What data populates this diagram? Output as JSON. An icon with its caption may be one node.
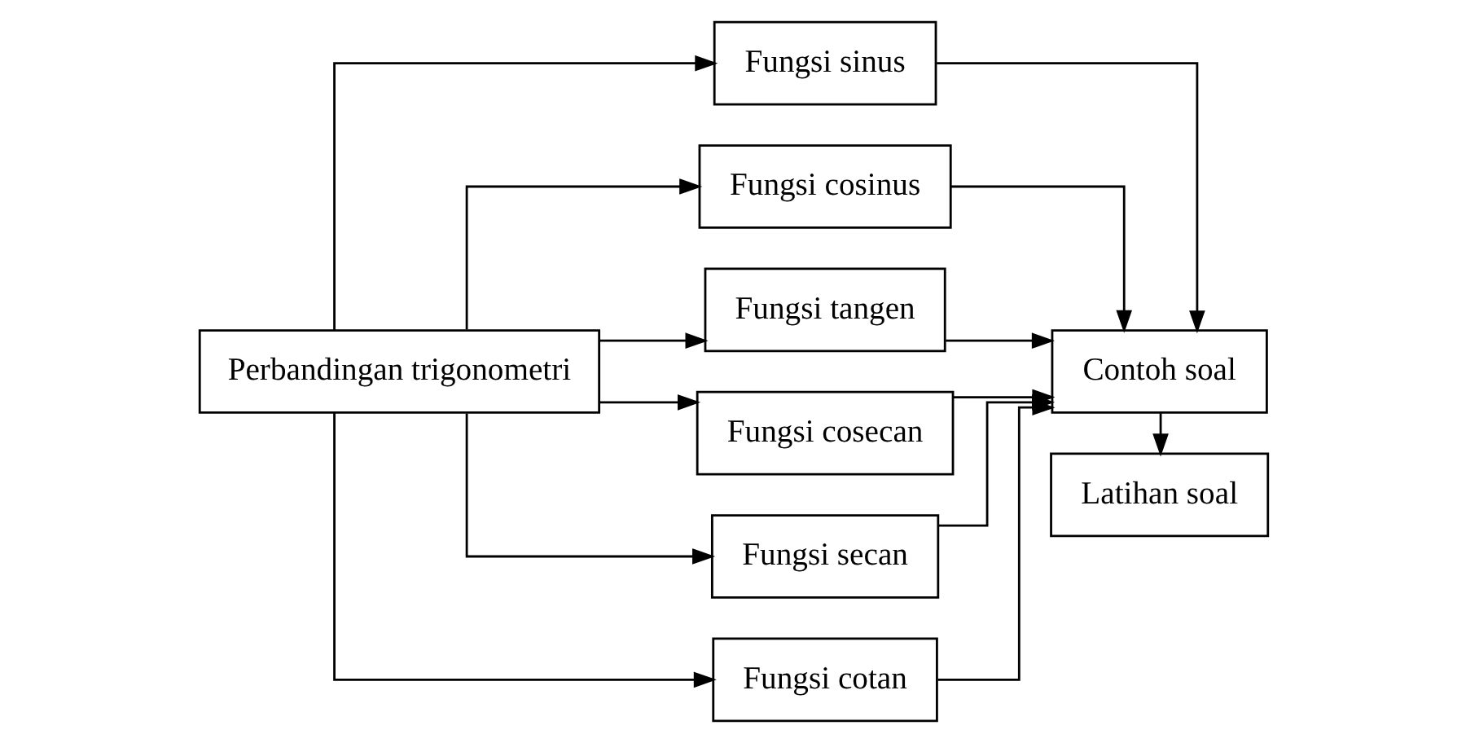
{
  "diagram": {
    "nodes": [
      {
        "text": [
          "Perbandingan trigonometri"
        ]
      },
      {
        "text": [
          "Fungsi sinus"
        ]
      },
      {
        "text": [
          "Fungsi cosinus"
        ]
      },
      {
        "text": [
          "Fungsi tangen"
        ]
      },
      {
        "text": [
          "Fungsi cosecan"
        ]
      },
      {
        "text": [
          "Fungsi secan"
        ]
      },
      {
        "text": [
          "Fungsi cotan"
        ]
      },
      {
        "text": [
          "Contoh soal"
        ]
      },
      {
        "text": [
          "Latihan soal"
        ]
      }
    ],
    "edges": [
      {
        "from": 0,
        "to": 1,
        "arrow": "to"
      },
      {
        "from": 0,
        "to": 2,
        "arrow": "to"
      },
      {
        "from": 0,
        "to": 3,
        "arrow": "to"
      },
      {
        "from": 0,
        "to": 4,
        "arrow": "to"
      },
      {
        "from": 0,
        "to": 5,
        "arrow": "to"
      },
      {
        "from": 0,
        "to": 6,
        "arrow": "to"
      },
      {
        "from": 1,
        "to": 7,
        "arrow": "to"
      },
      {
        "from": 2,
        "to": 7,
        "arrow": "to"
      },
      {
        "from": 3,
        "to": 7,
        "arrow": "to"
      },
      {
        "from": 4,
        "to": 7,
        "arrow": "to"
      },
      {
        "from": 5,
        "to": 7,
        "arrow": "to"
      },
      {
        "from": 6,
        "to": 7,
        "arrow": "to"
      },
      {
        "from": 7,
        "to": 8,
        "arrow": "to"
      }
    ]
  }
}
